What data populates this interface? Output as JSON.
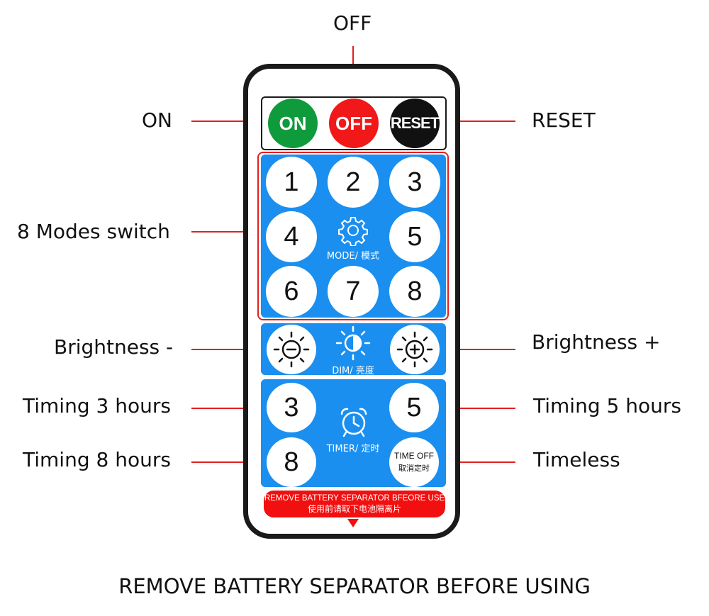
{
  "callouts": {
    "off_top": "OFF",
    "on": "ON",
    "reset": "RESET",
    "modes": "8 Modes switch",
    "bright_minus": "Brightness -",
    "bright_plus": "Brightness +",
    "t3": "Timing 3 hours",
    "t5": "Timing 5 hours",
    "t8": "Timing 8 hours",
    "timeless": "Timeless"
  },
  "buttons": {
    "on": "ON",
    "off": "OFF",
    "reset": "RESET",
    "modes": [
      "1",
      "2",
      "3",
      "4",
      "5",
      "6",
      "7",
      "8"
    ],
    "timer3": "3",
    "timer5": "5",
    "timer8": "8",
    "timeoff_en": "TIME OFF",
    "timeoff_cn": "取消定时"
  },
  "captions": {
    "mode": "MODE/ 模式",
    "dim": "DIM/ 亮度",
    "timer": "TIMER/ 定时"
  },
  "separator": {
    "en": "REMOVE BATTERY SEPARATOR BFEORE USE",
    "cn": "使用前请取下电池隔离片"
  },
  "footer": "REMOVE BATTERY SEPARATOR BEFORE USING",
  "colors": {
    "on": "#0f9a3c",
    "off": "#f01818",
    "reset": "#111111",
    "panel": "#1a8fef",
    "callout_line": "#e02020"
  }
}
